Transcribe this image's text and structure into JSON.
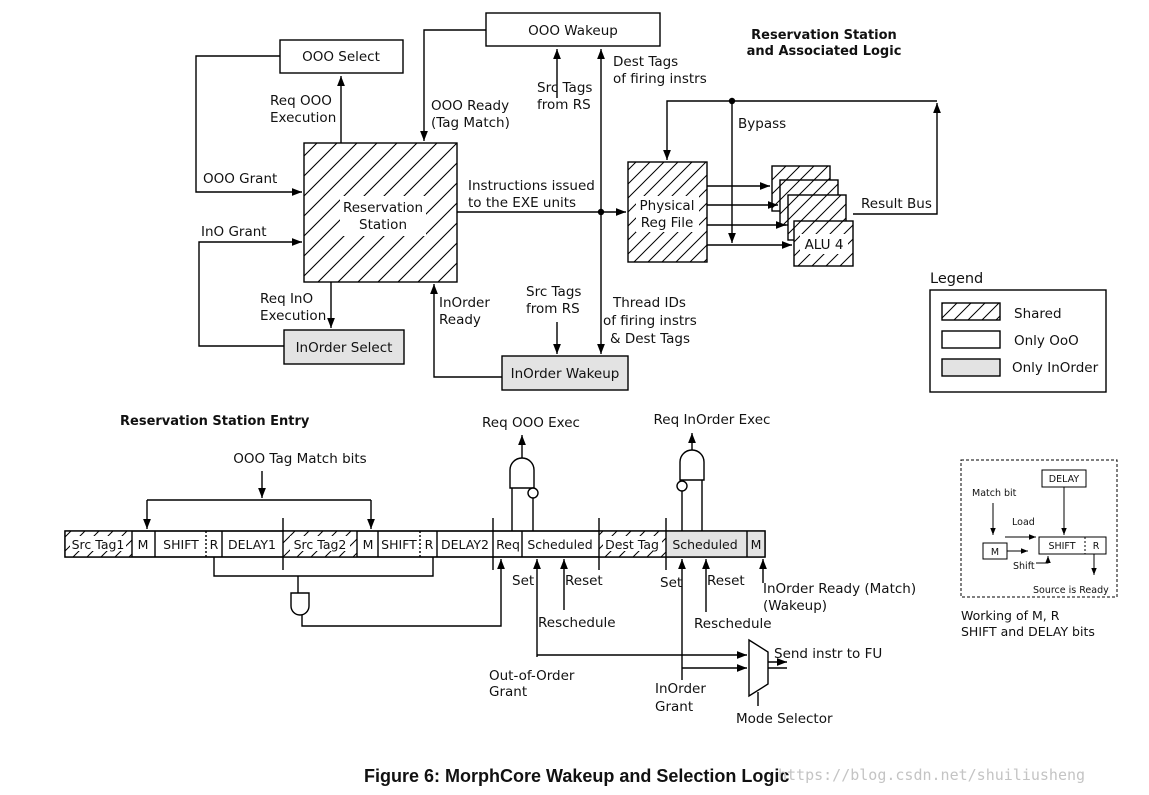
{
  "colors": {
    "line": "#000000",
    "only_ooo": "#ffffff",
    "only_inorder": "#e3e3e3",
    "shared_fill": "#ffffff",
    "watermark": "#c4c4c4"
  },
  "title": {
    "line1": "Reservation Station",
    "line2": "and Associated Logic"
  },
  "blocks": {
    "ooo_select": "OOO Select",
    "ooo_wakeup": "OOO Wakeup",
    "rs_line1": "Reservation",
    "rs_line2": "Station",
    "inorder_select": "InOrder Select",
    "inorder_wakeup": "InOrder Wakeup",
    "prf_line1": "Physical",
    "prf_line2": "Reg File",
    "alu4": "ALU 4"
  },
  "signals": {
    "req_ooo_1": "Req OOO",
    "req_ooo_2": "Execution",
    "ooo_grant": "OOO Grant",
    "ino_grant": "InO Grant",
    "req_ino_1": "Req InO",
    "req_ino_2": "Execution",
    "ooo_ready_1": "OOO Ready",
    "ooo_ready_2": "(Tag Match)",
    "src_tags_top_1": "Src Tags",
    "src_tags_top_2": "from RS",
    "dest_tags_1": "Dest Tags",
    "dest_tags_2": "of firing instrs",
    "issued_1": "Instructions issued",
    "issued_2": "to the EXE units",
    "bypass": "Bypass",
    "result_bus": "Result Bus",
    "inorder_ready_1": "InOrder",
    "inorder_ready_2": "Ready",
    "src_tags_bot_1": "Src Tags",
    "src_tags_bot_2": "from RS",
    "thread_ids_1": "Thread IDs",
    "thread_ids_2": "of firing instrs",
    "thread_ids_3": "& Dest Tags"
  },
  "legend": {
    "title": "Legend",
    "shared": "Shared",
    "only_ooo": "Only OoO",
    "only_inorder": "Only InOrder"
  },
  "entry": {
    "title": "Reservation Station Entry",
    "fields": [
      "Src Tag1",
      "M",
      "SHIFT",
      "R",
      "DELAY1",
      "Src Tag2",
      "M",
      "SHIFT",
      "R",
      "DELAY2",
      "Req",
      "Scheduled",
      "Dest Tag",
      "Scheduled",
      "M"
    ],
    "ooo_tag_match": "OOO Tag Match bits",
    "req_ooo_exec": "Req OOO Exec",
    "req_inorder_exec": "Req InOrder Exec",
    "set": "Set",
    "reset": "Reset",
    "reschedule": "Reschedule",
    "ooo_grant_1": "Out-of-Order",
    "ooo_grant_2": "Grant",
    "inorder_grant_1": "InOrder",
    "inorder_grant_2": "Grant",
    "mode_selector": "Mode Selector",
    "send_instr": "Send instr to FU",
    "inorder_ready_match_1": "InOrder Ready (Match)",
    "inorder_ready_match_2": "(Wakeup)"
  },
  "mini": {
    "delay": "DELAY",
    "match_bit": "Match bit",
    "load": "Load",
    "m": "M",
    "shift_reg": "SHIFT",
    "r": "R",
    "shift": "Shift",
    "source_ready": "Source is Ready",
    "caption_1": "Working of M, R",
    "caption_2": "SHIFT and DELAY bits"
  },
  "figure_caption": "Figure 6: MorphCore Wakeup and Selection Logic",
  "watermark": "https://blog.csdn.net/shuiliusheng"
}
